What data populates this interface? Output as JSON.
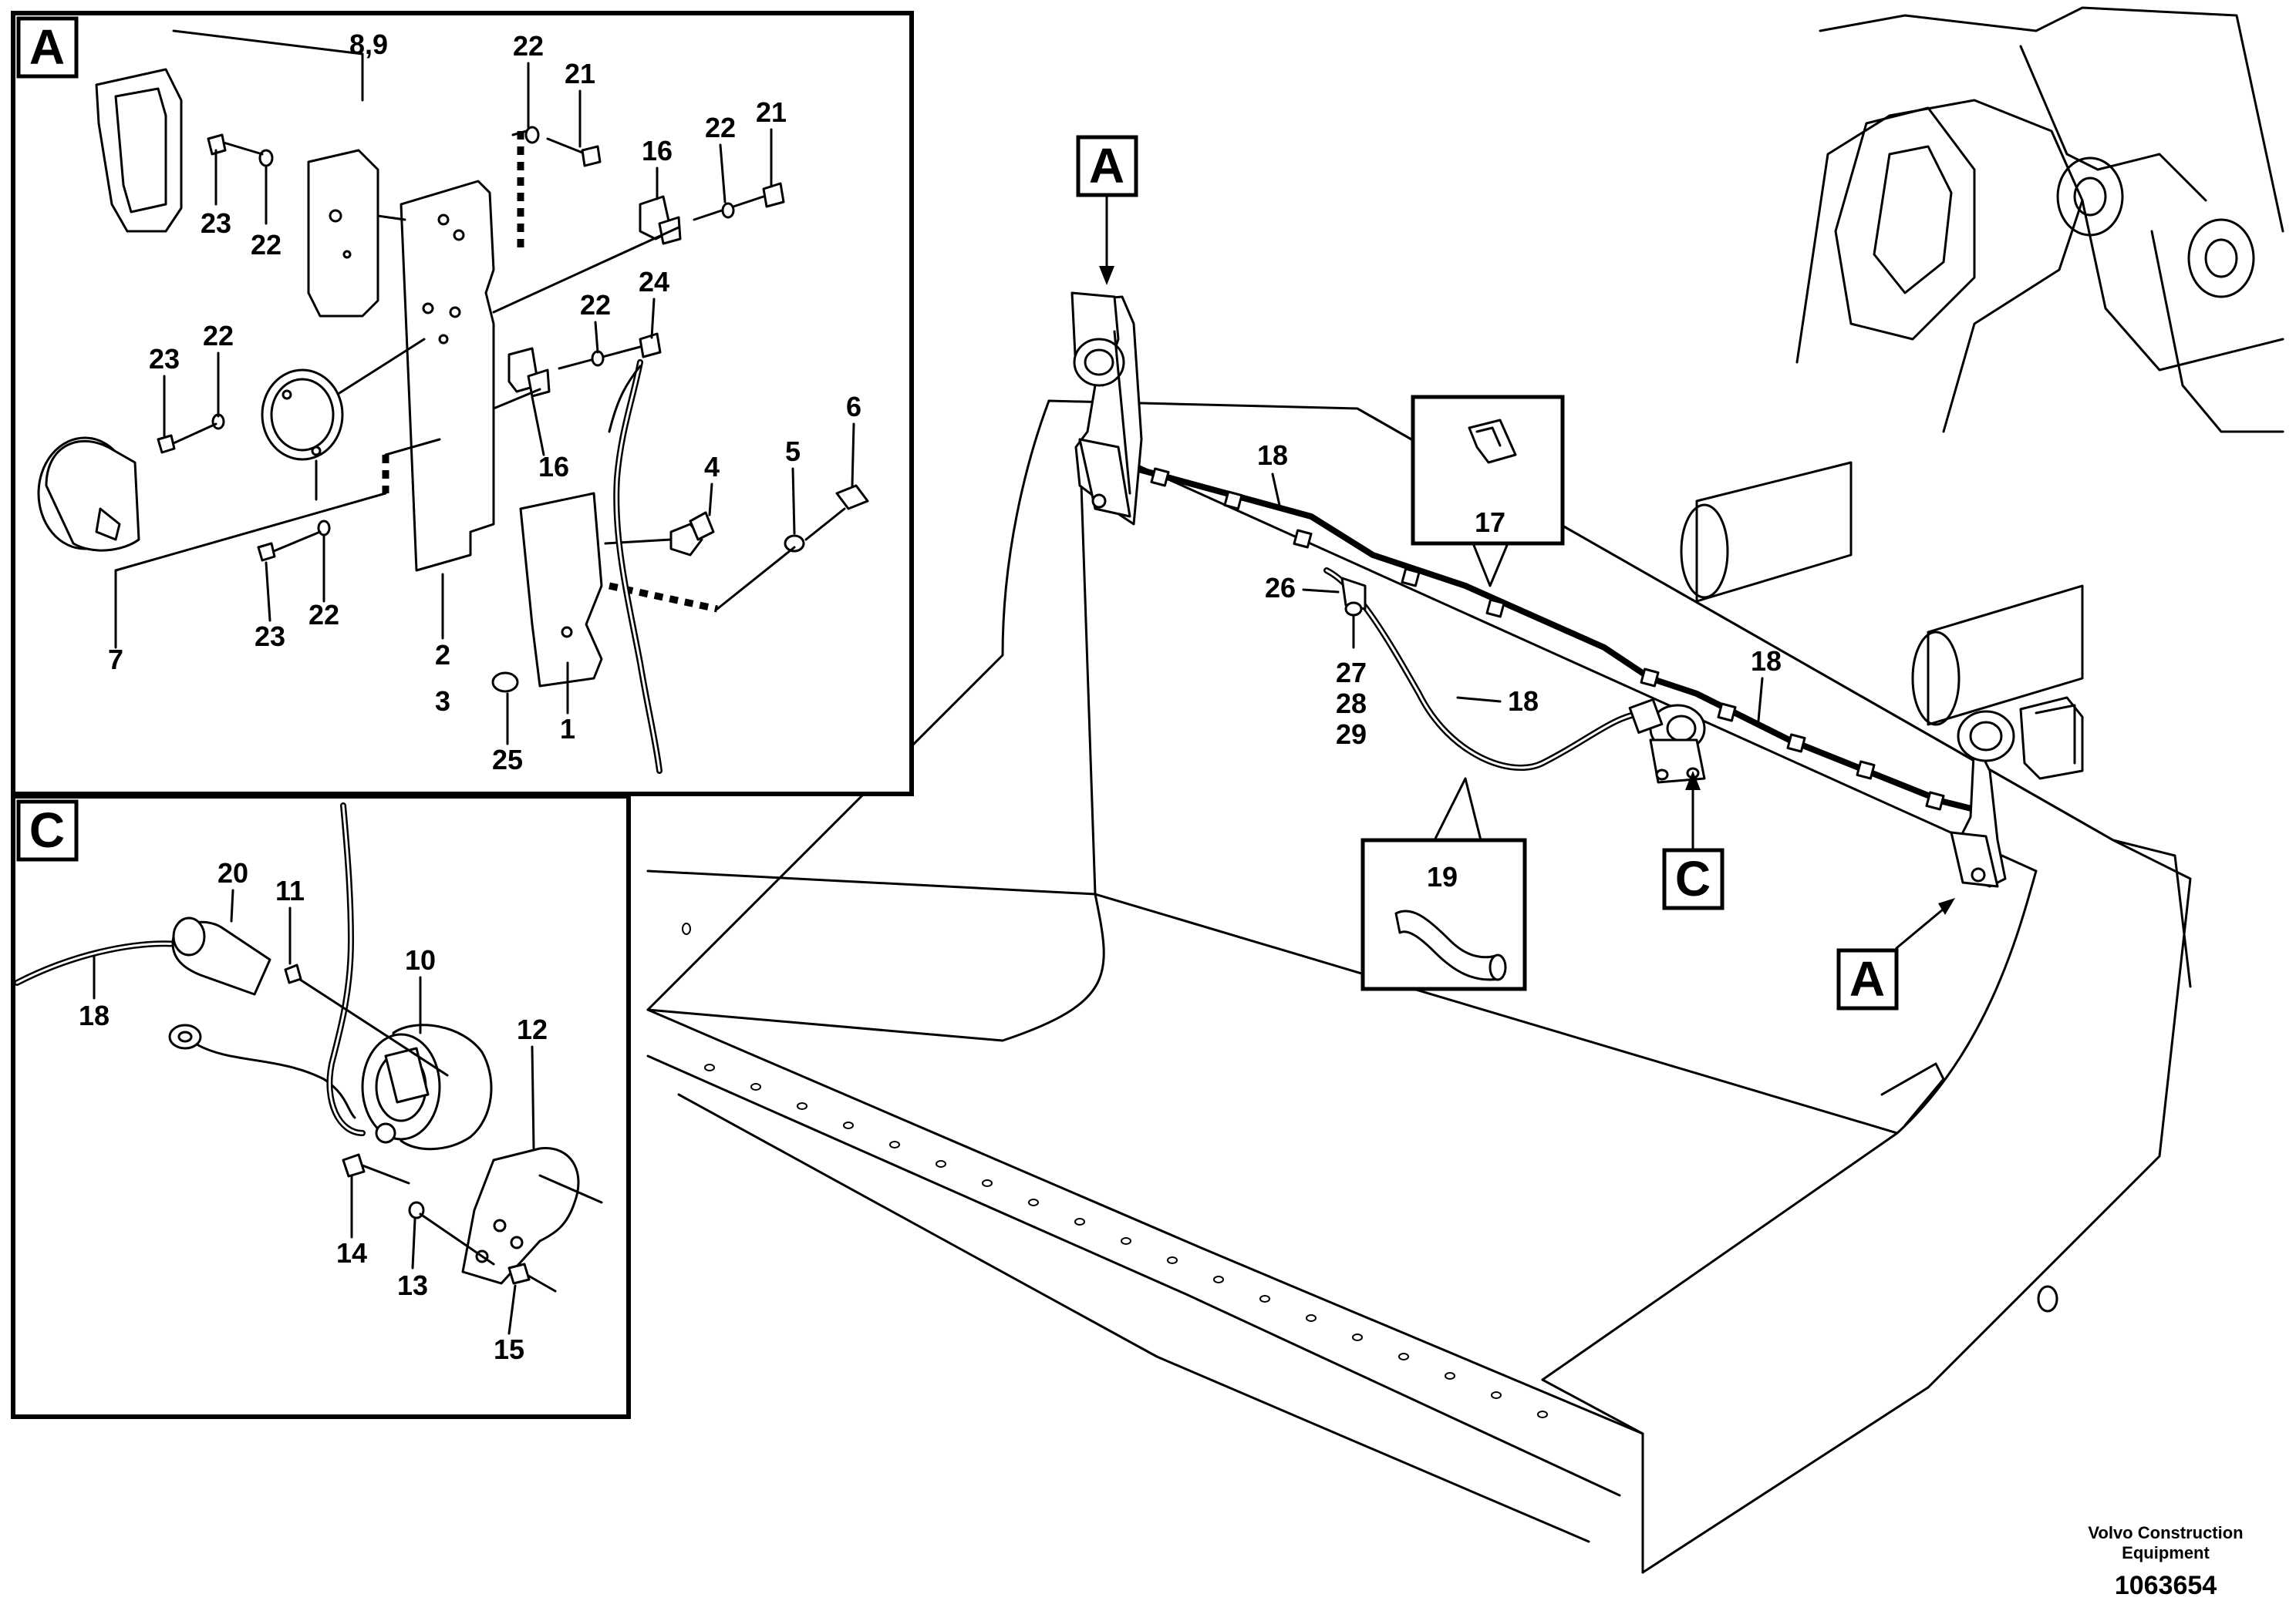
{
  "views": {
    "detail_a": {
      "tag": "A"
    },
    "detail_c": {
      "tag": "C"
    },
    "main_tag_a_top": "A",
    "main_tag_a_right": "A",
    "main_tag_c": "C"
  },
  "callouts_a": {
    "n89": "8,9",
    "n22a": "22",
    "n21a": "21",
    "n16a": "16",
    "n22b": "22",
    "n21b": "21",
    "n23a": "23",
    "n22c": "22",
    "n24": "24",
    "n22d": "22",
    "n23b": "23",
    "n22e": "22",
    "n16b": "16",
    "n6": "6",
    "n4": "4",
    "n5": "5",
    "n7": "7",
    "n23c": "23",
    "n22f": "22",
    "n2": "2",
    "n3": "3",
    "n1": "1",
    "n25": "25"
  },
  "callouts_c": {
    "n20": "20",
    "n11": "11",
    "n10": "10",
    "n12": "12",
    "n18": "18",
    "n14": "14",
    "n13": "13",
    "n15": "15"
  },
  "callouts_main": {
    "n18a": "18",
    "n17": "17",
    "n26": "26",
    "n27": "27",
    "n28": "28",
    "n29": "29",
    "n18b": "18",
    "n18c": "18",
    "n19": "19"
  },
  "footer": {
    "brand_line1": "Volvo Construction",
    "brand_line2": "Equipment",
    "drawing_number": "1063654"
  }
}
